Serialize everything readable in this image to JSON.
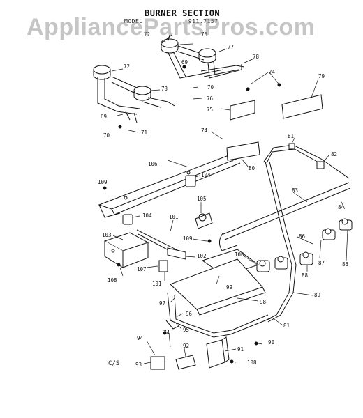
{
  "header": {
    "title": "BURNER SECTION",
    "model_prefix": "MODEL",
    "model_partial": "911.7157"
  },
  "watermark": "AppliancePartsPros.com",
  "footer_code": "C/S",
  "part_numbers": [
    "72",
    "73",
    "72",
    "73",
    "69",
    "77",
    "78",
    "74",
    "70",
    "76",
    "79",
    "69",
    "75",
    "71",
    "70",
    "74",
    "106",
    "80",
    "81",
    "82",
    "109",
    "104",
    "83",
    "105",
    "104",
    "84",
    "103",
    "101",
    "109",
    "102",
    "86",
    "100",
    "88",
    "87",
    "85",
    "108",
    "107",
    "101",
    "99",
    "98",
    "97",
    "96",
    "89",
    "95",
    "81",
    "94",
    "74",
    "92",
    "90",
    "91",
    "93",
    "108"
  ],
  "colors": {
    "ink": "#111111",
    "watermark": "#969696"
  }
}
